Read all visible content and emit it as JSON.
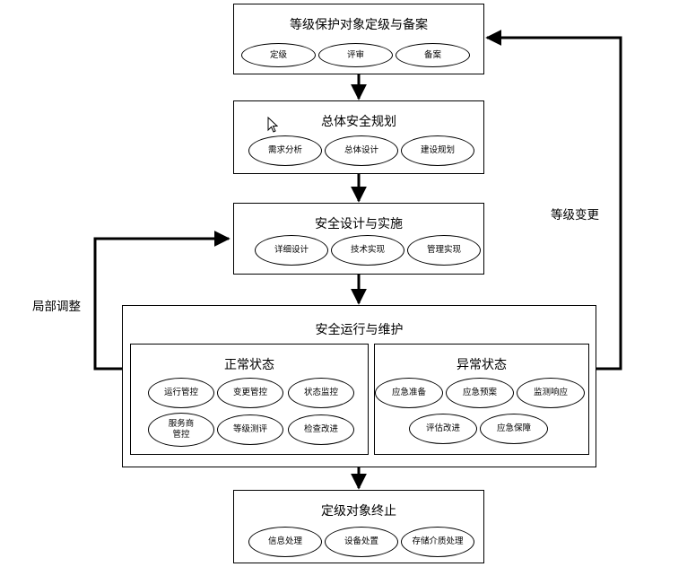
{
  "stages": {
    "grading": {
      "title": "等级保护对象定级与备案",
      "items": [
        "定级",
        "评审",
        "备案"
      ]
    },
    "planning": {
      "title": "总体安全规划",
      "items": [
        "需求分析",
        "总体设计",
        "建设规划"
      ]
    },
    "implementation": {
      "title": "安全设计与实施",
      "items": [
        "详细设计",
        "技术实现",
        "管理实现"
      ]
    },
    "operation": {
      "title": "安全运行与维护",
      "normal": {
        "title": "正常状态",
        "items": [
          "运行管控",
          "变更管控",
          "状态监控",
          "服务商\n管控",
          "等级测评",
          "检查改进"
        ]
      },
      "abnormal": {
        "title": "异常状态",
        "items": [
          "应急准备",
          "应急预案",
          "监测响应",
          "评估改进",
          "应急保障"
        ]
      }
    },
    "termination": {
      "title": "定级对象终止",
      "items": [
        "信息处理",
        "设备处置",
        "存储介质处理"
      ]
    }
  },
  "edge_labels": {
    "left_loop": "局部调整",
    "right_loop": "等级变更"
  }
}
